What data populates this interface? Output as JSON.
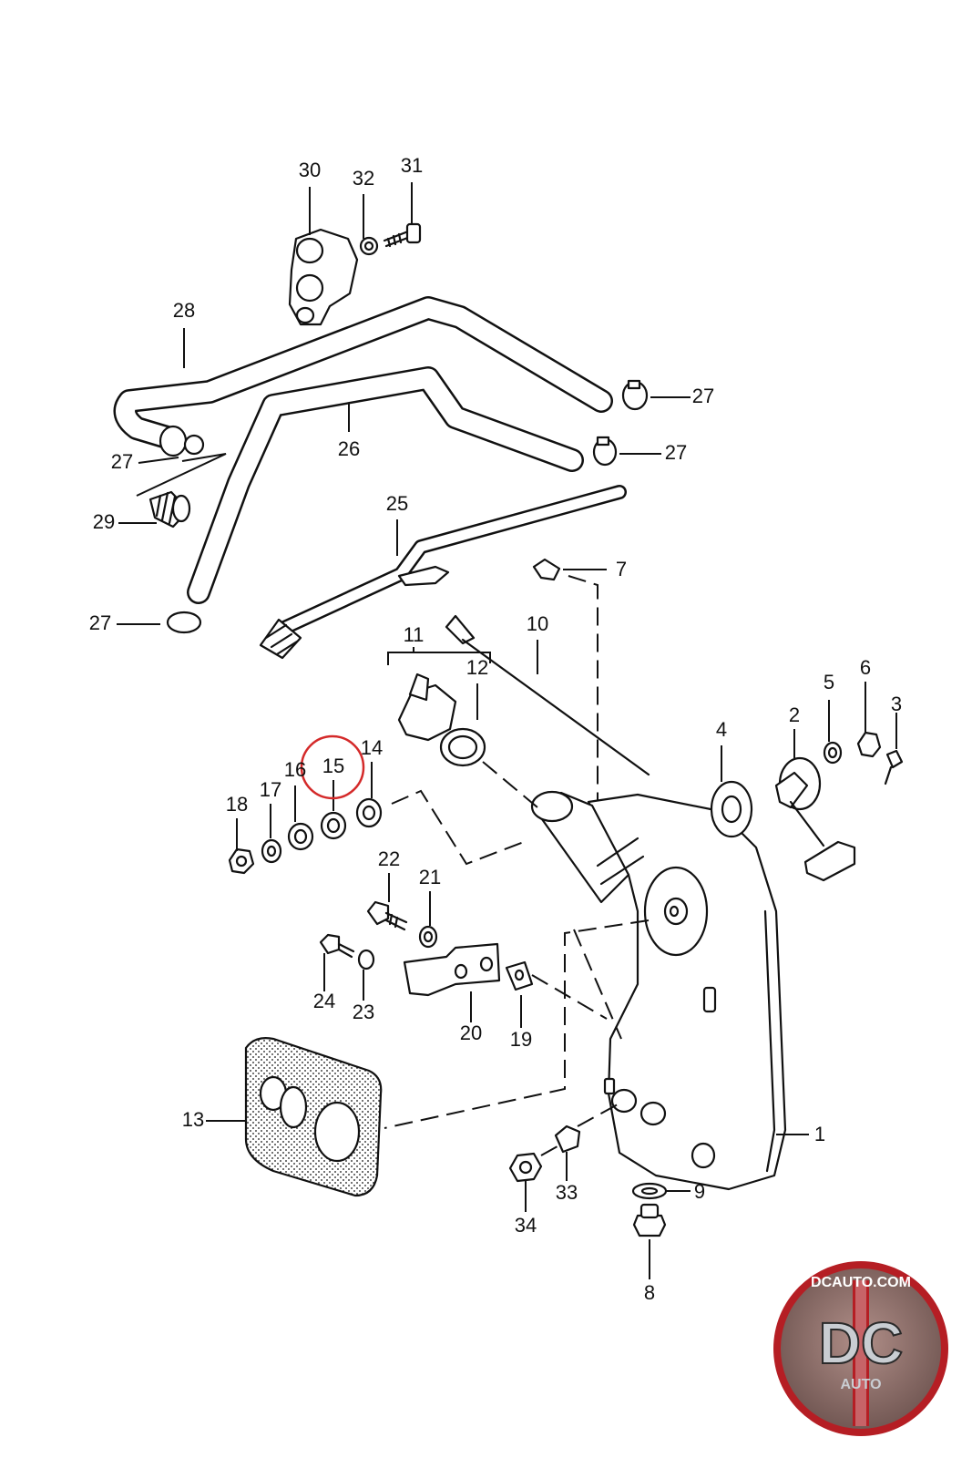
{
  "diagram": {
    "callouts": [
      "1",
      "2",
      "3",
      "4",
      "5",
      "6",
      "7",
      "8",
      "9",
      "10",
      "11",
      "12",
      "13",
      "14",
      "15",
      "16",
      "17",
      "18",
      "19",
      "20",
      "21",
      "22",
      "23",
      "24",
      "25",
      "26",
      "27",
      "28",
      "29",
      "30",
      "31",
      "32",
      "33",
      "34"
    ],
    "highlighted_callout": "15",
    "highlight_color": "#d42a2a",
    "line_color": "#111111"
  },
  "logo": {
    "top_text": "DCAUTO.COM",
    "monogram": "DC",
    "sub_text": "AUTO",
    "colors": {
      "ring": "#b51e24",
      "bg": "#8a6a66",
      "letters": "#c9cdd2"
    }
  }
}
